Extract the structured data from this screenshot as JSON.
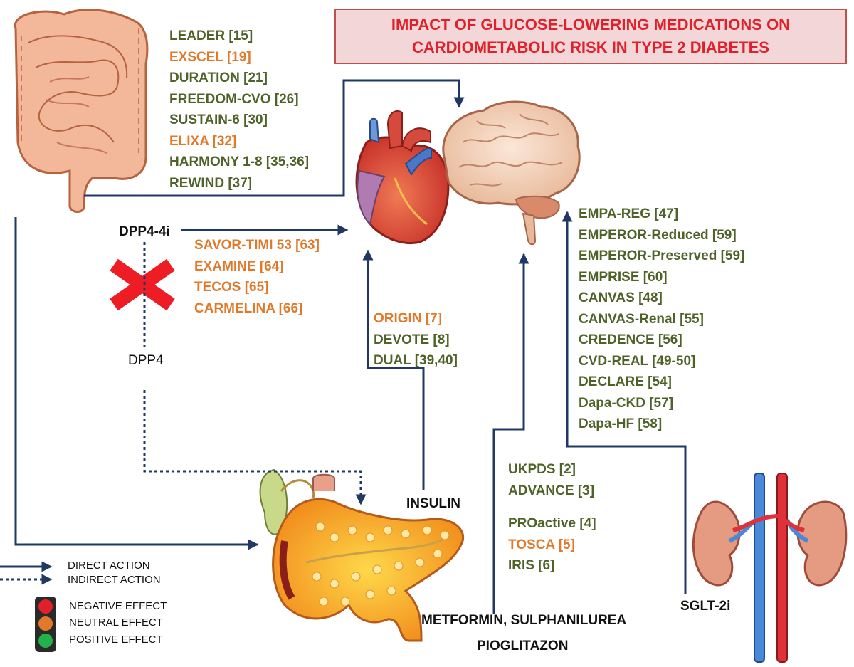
{
  "title": "IMPACT OF GLUCOSE-LOWERING MEDICATIONS ON\nCARDIOMETABOLIC RISK IN TYPE 2 DIABETES",
  "colors": {
    "positive": "#4f6228",
    "neutral": "#e07a2a",
    "negative": "#e0202a",
    "arrow": "#1f3864"
  },
  "glp1_trials": [
    {
      "label": "LEADER [15]",
      "effect": "positive"
    },
    {
      "label": "EXSCEL [19]",
      "effect": "neutral"
    },
    {
      "label": "DURATION [21]",
      "effect": "positive"
    },
    {
      "label": "FREEDOM-CVO [26]",
      "effect": "positive"
    },
    {
      "label": "SUSTAIN-6 [30]",
      "effect": "positive"
    },
    {
      "label": "ELIXA [32]",
      "effect": "neutral"
    },
    {
      "label": "HARMONY 1-8 [35,36]",
      "effect": "positive"
    },
    {
      "label": "REWIND [37]",
      "effect": "positive"
    }
  ],
  "dpp4": {
    "inhibitor_label": "DPP4-4i",
    "enzyme_label": "DPP4",
    "trials": [
      {
        "label": "SAVOR-TIMI 53 [63]",
        "effect": "neutral"
      },
      {
        "label": "EXAMINE [64]",
        "effect": "neutral"
      },
      {
        "label": "TECOS [65]",
        "effect": "neutral"
      },
      {
        "label": "CARMELINA [66]",
        "effect": "neutral"
      }
    ]
  },
  "insulin": {
    "label": "INSULIN",
    "trials": [
      {
        "label": "ORIGIN [7]",
        "effect": "neutral"
      },
      {
        "label": "DEVOTE [8]",
        "effect": "positive"
      },
      {
        "label": "DUAL [39,40]",
        "effect": "positive"
      }
    ]
  },
  "oral": {
    "label_line1": "METFORMIN, SULPHANILUREA",
    "label_line2": "PIOGLITAZON",
    "trials_group1": [
      {
        "label": "UKPDS [2]",
        "effect": "positive"
      },
      {
        "label": "ADVANCE [3]",
        "effect": "positive"
      }
    ],
    "trials_group2": [
      {
        "label": "PROactive [4]",
        "effect": "positive"
      },
      {
        "label": "TOSCA [5]",
        "effect": "neutral"
      },
      {
        "label": "IRIS [6]",
        "effect": "positive"
      }
    ]
  },
  "sglt2": {
    "label": "SGLT-2i",
    "trials": [
      {
        "label": "EMPA-REG [47]",
        "effect": "positive"
      },
      {
        "label": "EMPEROR-Reduced [59]",
        "effect": "positive"
      },
      {
        "label": "EMPEROR-Preserved [59]",
        "effect": "positive"
      },
      {
        "label": "EMPRISE [60]",
        "effect": "positive"
      },
      {
        "label": "CANVAS [48]",
        "effect": "positive"
      },
      {
        "label": "CANVAS-Renal [55]",
        "effect": "positive"
      },
      {
        "label": "CREDENCE [56]",
        "effect": "positive"
      },
      {
        "label": "CVD-REAL [49-50]",
        "effect": "positive"
      },
      {
        "label": "DECLARE [54]",
        "effect": "positive"
      },
      {
        "label": "Dapa-CKD [57]",
        "effect": "positive"
      },
      {
        "label": "Dapa-HF [58]",
        "effect": "positive"
      }
    ]
  },
  "legend": {
    "direct": "DIRECT ACTION",
    "indirect": "INDIRECT ACTION",
    "negative": "NEGATIVE EFFECT",
    "neutral": "NEUTRAL EFFECT",
    "positive": "POSITIVE EFFECT"
  }
}
